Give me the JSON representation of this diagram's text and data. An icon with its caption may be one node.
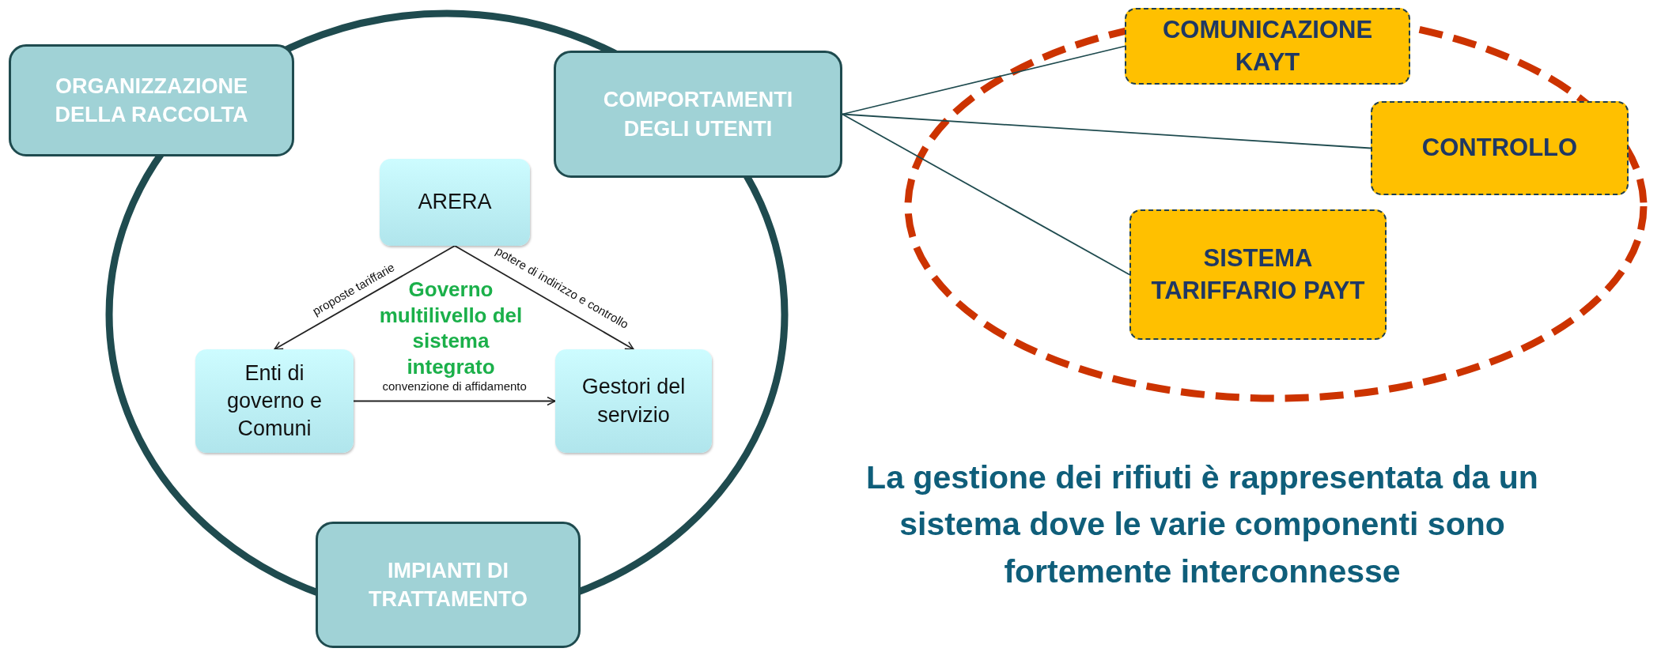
{
  "diagram": {
    "caption": "La gestione dei rifiuti è rappresentata da un sistema dove le varie componenti sono fortemente interconnesse",
    "nodes": [
      {
        "text": [],
        "shape": "circle"
      },
      {
        "text": [
          "ORGANIZZAZIONE DELLA RACCOLTA"
        ]
      },
      {
        "text": [
          "COMPORTAMENTI DEGLI UTENTI"
        ]
      },
      {
        "text": [
          "ARERA"
        ],
        "in": 0
      },
      {
        "text": [
          "Enti di governo e Comuni"
        ],
        "in": 0
      },
      {
        "text": [
          "Gestori del servizio"
        ],
        "in": 0
      },
      {
        "text": [
          "IMPIANTI DI TRATTAMENTO"
        ]
      },
      {
        "text": [],
        "shape": "ellipse"
      },
      {
        "text": [
          "COMUNICAZIONE KAYT"
        ],
        "in": 7
      },
      {
        "text": [
          "CONTROLLO"
        ],
        "in": 7
      },
      {
        "text": [
          "SISTEMA TARIFFARIO PAYT"
        ],
        "in": 7
      }
    ],
    "edges": [
      {
        "from": 3,
        "to": 4,
        "arrow": "to",
        "label": "proposte tariffarie"
      },
      {
        "from": 3,
        "to": 5,
        "arrow": "to",
        "label": "potere di indirizzo e controllo"
      },
      {
        "from": 4,
        "to": 5,
        "arrow": "to",
        "label": "convenzione di affidamento"
      },
      {
        "from": 2,
        "to": 8,
        "arrow": "none"
      },
      {
        "from": 2,
        "to": 9,
        "arrow": "none"
      },
      {
        "from": 2,
        "to": 10,
        "arrow": "none"
      }
    ],
    "labels": [
      "Governo multilivello del sistema integrato"
    ]
  }
}
